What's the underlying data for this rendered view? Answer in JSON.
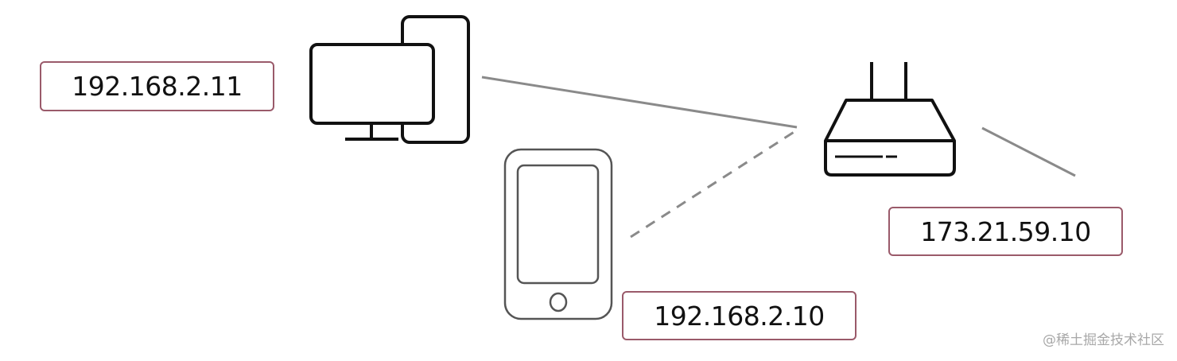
{
  "devices": {
    "desktop": {
      "icon": "desktop-computer-icon",
      "ip": "192.168.2.11"
    },
    "tablet": {
      "icon": "tablet-icon",
      "ip": "192.168.2.10"
    },
    "router": {
      "icon": "router-icon",
      "ip": "173.21.59.10"
    }
  },
  "links": [
    {
      "from": "desktop",
      "to": "router",
      "style": "solid"
    },
    {
      "from": "tablet",
      "to": "router",
      "style": "dashed"
    },
    {
      "from": "router",
      "to": "internet",
      "style": "solid"
    }
  ],
  "colors": {
    "label_border": "#9a5a6a",
    "link": "#8a8a8a",
    "icon_stroke": "#111111",
    "tablet_stroke": "#555555",
    "watermark": "#a8a8a8"
  },
  "watermark": "@稀土掘金技术社区"
}
